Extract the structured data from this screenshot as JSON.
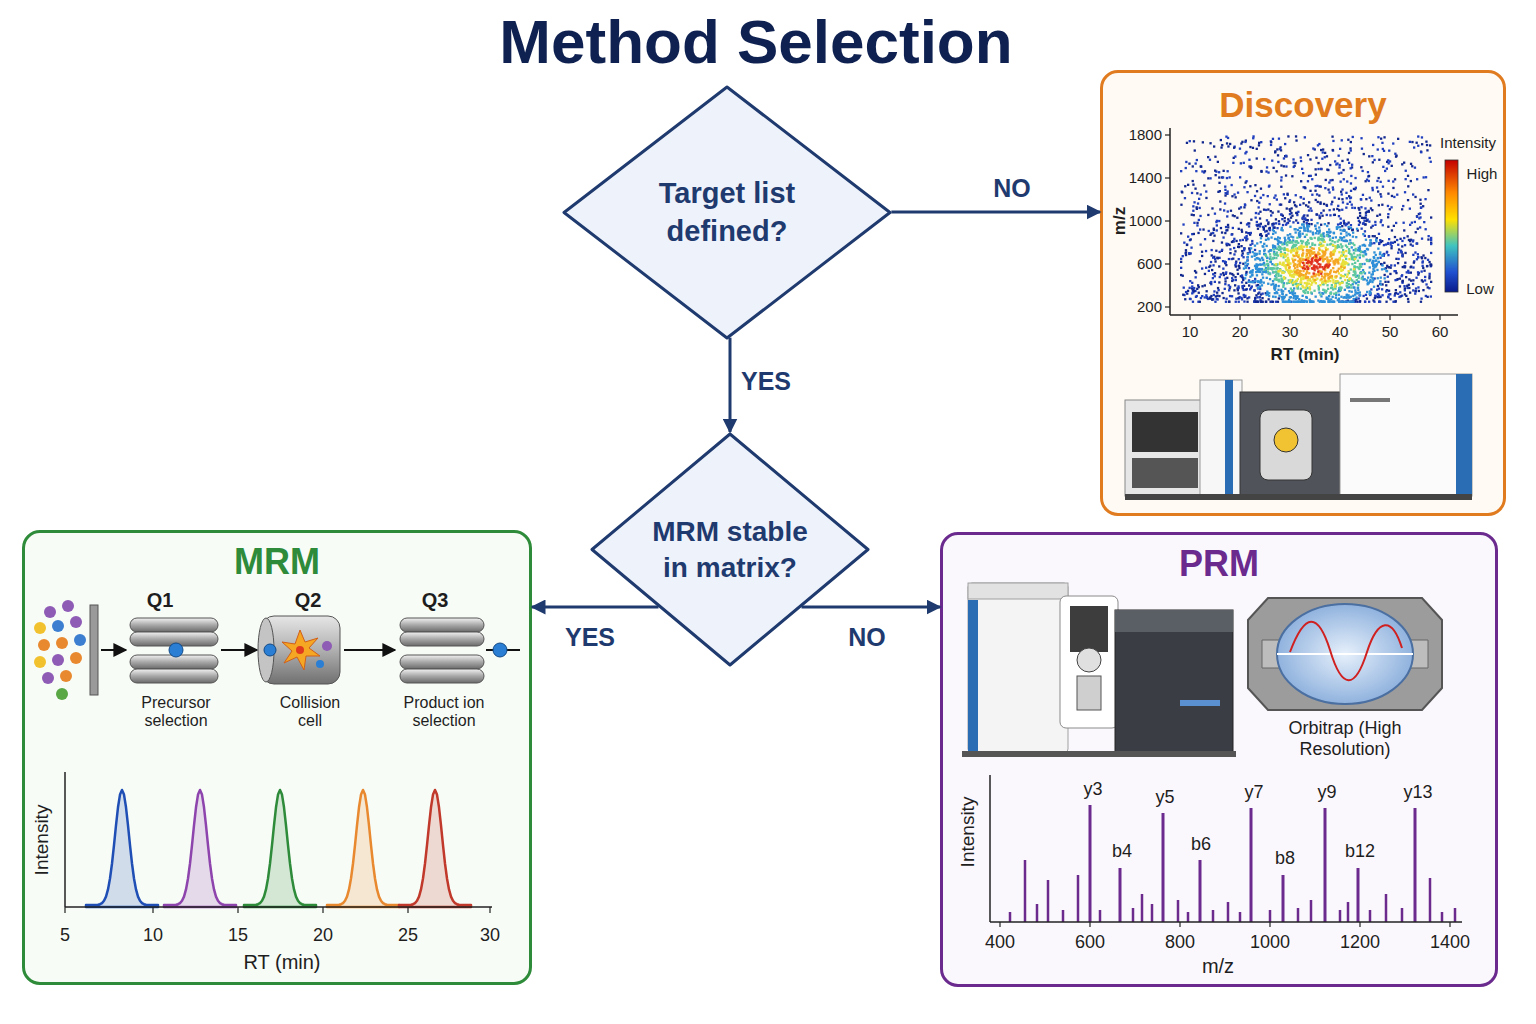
{
  "diagram": {
    "title": "Method Selection",
    "nodes": [
      {
        "text": [
          "Target list defined?"
        ]
      },
      {
        "text": [
          "Discovery"
        ]
      },
      {
        "text": [
          "MRM stable in matrix?"
        ]
      },
      {
        "text": [
          "MRM"
        ]
      },
      {
        "text": [
          "PRM"
        ]
      }
    ],
    "edges": [
      {
        "from": 0,
        "to": 1,
        "label": "NO",
        "arrow": "to"
      },
      {
        "from": 0,
        "to": 2,
        "label": "YES",
        "arrow": "to"
      },
      {
        "from": 2,
        "to": 3,
        "label": "YES",
        "arrow": "to"
      },
      {
        "from": 2,
        "to": 4,
        "label": "NO",
        "arrow": "to"
      }
    ],
    "labels": [
      "1800",
      "1400",
      "1000",
      "600",
      "200",
      "m/z",
      "10",
      "20",
      "30",
      "40",
      "50",
      "60",
      "RT (min)",
      "Intensity",
      "High",
      "Low",
      "Q1",
      "Q2",
      "Q3",
      "Precursor selection",
      "Collision cell",
      "Product ion selection",
      "Intensity",
      "5",
      "10",
      "15",
      "20",
      "25",
      "30",
      "RT (min)",
      "Orbitrap (High Resolution)",
      "y3",
      "b4",
      "y5",
      "b6",
      "y7",
      "b8",
      "y9",
      "b12",
      "y13",
      "Intensity",
      "400",
      "600",
      "800",
      "1000",
      "1200",
      "1400",
      "m/z"
    ]
  }
}
